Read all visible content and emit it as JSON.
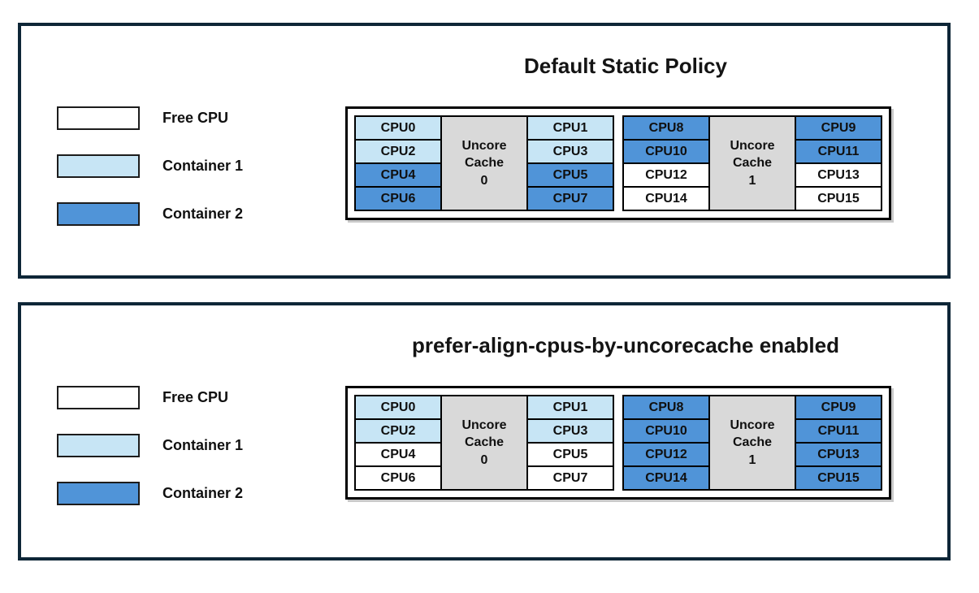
{
  "colors": {
    "free": "#ffffff",
    "container1": "#c7e5f5",
    "container2": "#5094d8",
    "cache_bg": "#d9d9d9",
    "panel_border": "#0e2637"
  },
  "legend": {
    "items": [
      {
        "label": "Free CPU",
        "container": "free",
        "color": "#ffffff"
      },
      {
        "label": "Container 1",
        "container": "container1",
        "color": "#c7e5f5"
      },
      {
        "label": "Container 2",
        "container": "container2",
        "color": "#5094d8"
      }
    ]
  },
  "panels": [
    {
      "title": "Default Static Policy",
      "groups": [
        {
          "cache_label": "Uncore\nCache\n0",
          "cells": [
            {
              "label": "CPU0",
              "container": "container1",
              "color": "#c7e5f5"
            },
            {
              "label": "CPU1",
              "container": "container1",
              "color": "#c7e5f5"
            },
            {
              "label": "CPU2",
              "container": "container1",
              "color": "#c7e5f5"
            },
            {
              "label": "CPU3",
              "container": "container1",
              "color": "#c7e5f5"
            },
            {
              "label": "CPU4",
              "container": "container2",
              "color": "#5094d8"
            },
            {
              "label": "CPU5",
              "container": "container2",
              "color": "#5094d8"
            },
            {
              "label": "CPU6",
              "container": "container2",
              "color": "#5094d8"
            },
            {
              "label": "CPU7",
              "container": "container2",
              "color": "#5094d8"
            }
          ]
        },
        {
          "cache_label": "Uncore\nCache\n1",
          "cells": [
            {
              "label": "CPU8",
              "container": "container2",
              "color": "#5094d8"
            },
            {
              "label": "CPU9",
              "container": "container2",
              "color": "#5094d8"
            },
            {
              "label": "CPU10",
              "container": "container2",
              "color": "#5094d8"
            },
            {
              "label": "CPU11",
              "container": "container2",
              "color": "#5094d8"
            },
            {
              "label": "CPU12",
              "container": "free",
              "color": "#ffffff"
            },
            {
              "label": "CPU13",
              "container": "free",
              "color": "#ffffff"
            },
            {
              "label": "CPU14",
              "container": "free",
              "color": "#ffffff"
            },
            {
              "label": "CPU15",
              "container": "free",
              "color": "#ffffff"
            }
          ]
        }
      ]
    },
    {
      "title": "prefer-align-cpus-by-uncorecache enabled",
      "groups": [
        {
          "cache_label": "Uncore\nCache\n0",
          "cells": [
            {
              "label": "CPU0",
              "container": "container1",
              "color": "#c7e5f5"
            },
            {
              "label": "CPU1",
              "container": "container1",
              "color": "#c7e5f5"
            },
            {
              "label": "CPU2",
              "container": "container1",
              "color": "#c7e5f5"
            },
            {
              "label": "CPU3",
              "container": "container1",
              "color": "#c7e5f5"
            },
            {
              "label": "CPU4",
              "container": "free",
              "color": "#ffffff"
            },
            {
              "label": "CPU5",
              "container": "free",
              "color": "#ffffff"
            },
            {
              "label": "CPU6",
              "container": "free",
              "color": "#ffffff"
            },
            {
              "label": "CPU7",
              "container": "free",
              "color": "#ffffff"
            }
          ]
        },
        {
          "cache_label": "Uncore\nCache\n1",
          "cells": [
            {
              "label": "CPU8",
              "container": "container2",
              "color": "#5094d8"
            },
            {
              "label": "CPU9",
              "container": "container2",
              "color": "#5094d8"
            },
            {
              "label": "CPU10",
              "container": "container2",
              "color": "#5094d8"
            },
            {
              "label": "CPU11",
              "container": "container2",
              "color": "#5094d8"
            },
            {
              "label": "CPU12",
              "container": "container2",
              "color": "#5094d8"
            },
            {
              "label": "CPU13",
              "container": "container2",
              "color": "#5094d8"
            },
            {
              "label": "CPU14",
              "container": "container2",
              "color": "#5094d8"
            },
            {
              "label": "CPU15",
              "container": "container2",
              "color": "#5094d8"
            }
          ]
        }
      ]
    }
  ]
}
